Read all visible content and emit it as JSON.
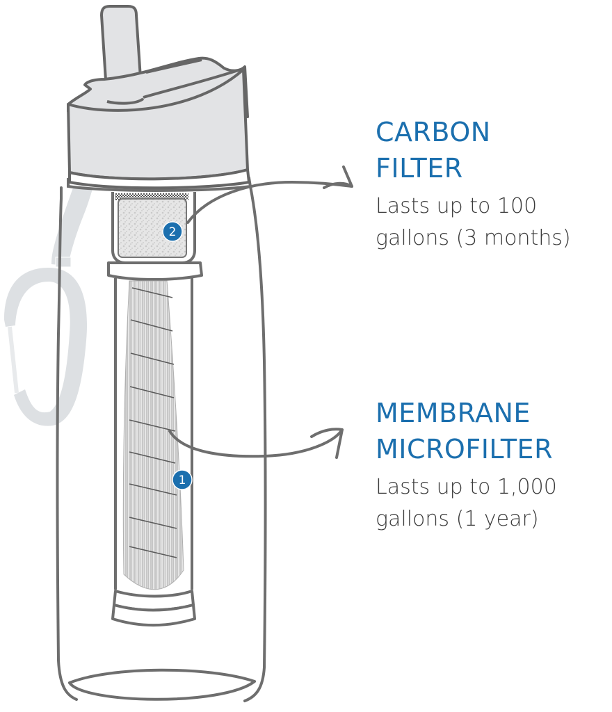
{
  "diagram": {
    "subject": "Filtered water bottle cross-section",
    "colors": {
      "accent_blue": "#1b6fae",
      "outline_gray": "#6e6e6e",
      "cap_fill": "#e2e3e5",
      "strap_fill": "#dde0e3",
      "body_text": "#3b3b3b"
    },
    "callouts": [
      {
        "id": "carbon",
        "badge": "2",
        "title_line1": "CARBON",
        "title_line2": "FILTER",
        "desc_line1": "Lasts up to 100",
        "desc_line2": "gallons (3 months)"
      },
      {
        "id": "membrane",
        "badge": "1",
        "title_line1": "MEMBRANE",
        "title_line2": "MICROFILTER",
        "desc_line1": "Lasts up to 1,000",
        "desc_line2": "gallons (1 year)"
      }
    ]
  }
}
